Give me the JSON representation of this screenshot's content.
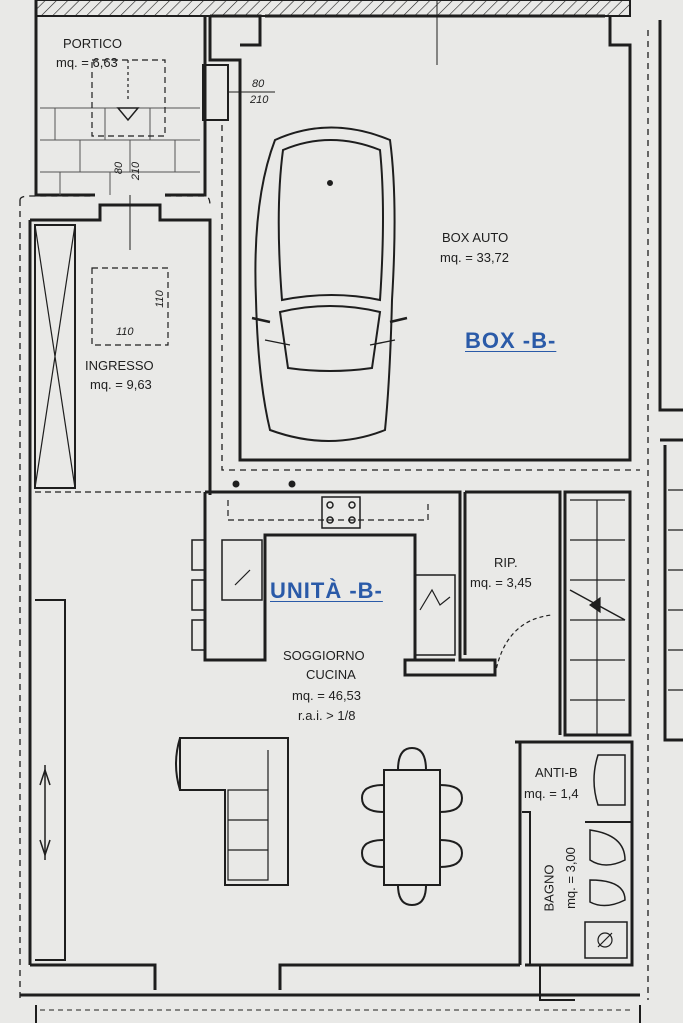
{
  "rooms": {
    "portico": {
      "name": "PORTICO",
      "area": "mq. = 6,63"
    },
    "box_auto": {
      "name": "BOX AUTO",
      "area": "mq. = 33,72",
      "unit_label": "BOX -B-"
    },
    "ingresso": {
      "name": "INGRESSO",
      "area": "mq. = 9,63"
    },
    "soggiorno": {
      "name_line1": "SOGGIORNO",
      "name_line2": "CUCINA",
      "area": "mq. = 46,53",
      "rai": "r.a.i. > 1/8"
    },
    "unita": {
      "label": "UNITÀ -B-"
    },
    "ripostiglio": {
      "name": "RIP.",
      "area": "mq. = 3,45"
    },
    "anti_bagno": {
      "name": "ANTI-B",
      "area": "mq. = 1,4"
    },
    "bagno": {
      "name": "BAGNO",
      "area": "mq. = 3,00"
    }
  },
  "dimensions": {
    "door_box": {
      "width": "80",
      "height": "210"
    },
    "door_ingresso": {
      "width": "80",
      "height": "210"
    },
    "closet_w": "110",
    "closet_h": "110"
  },
  "colors": {
    "background": "#e9e9e7",
    "wall": "#1e1e1e",
    "accent_label": "#2a5aa8"
  }
}
